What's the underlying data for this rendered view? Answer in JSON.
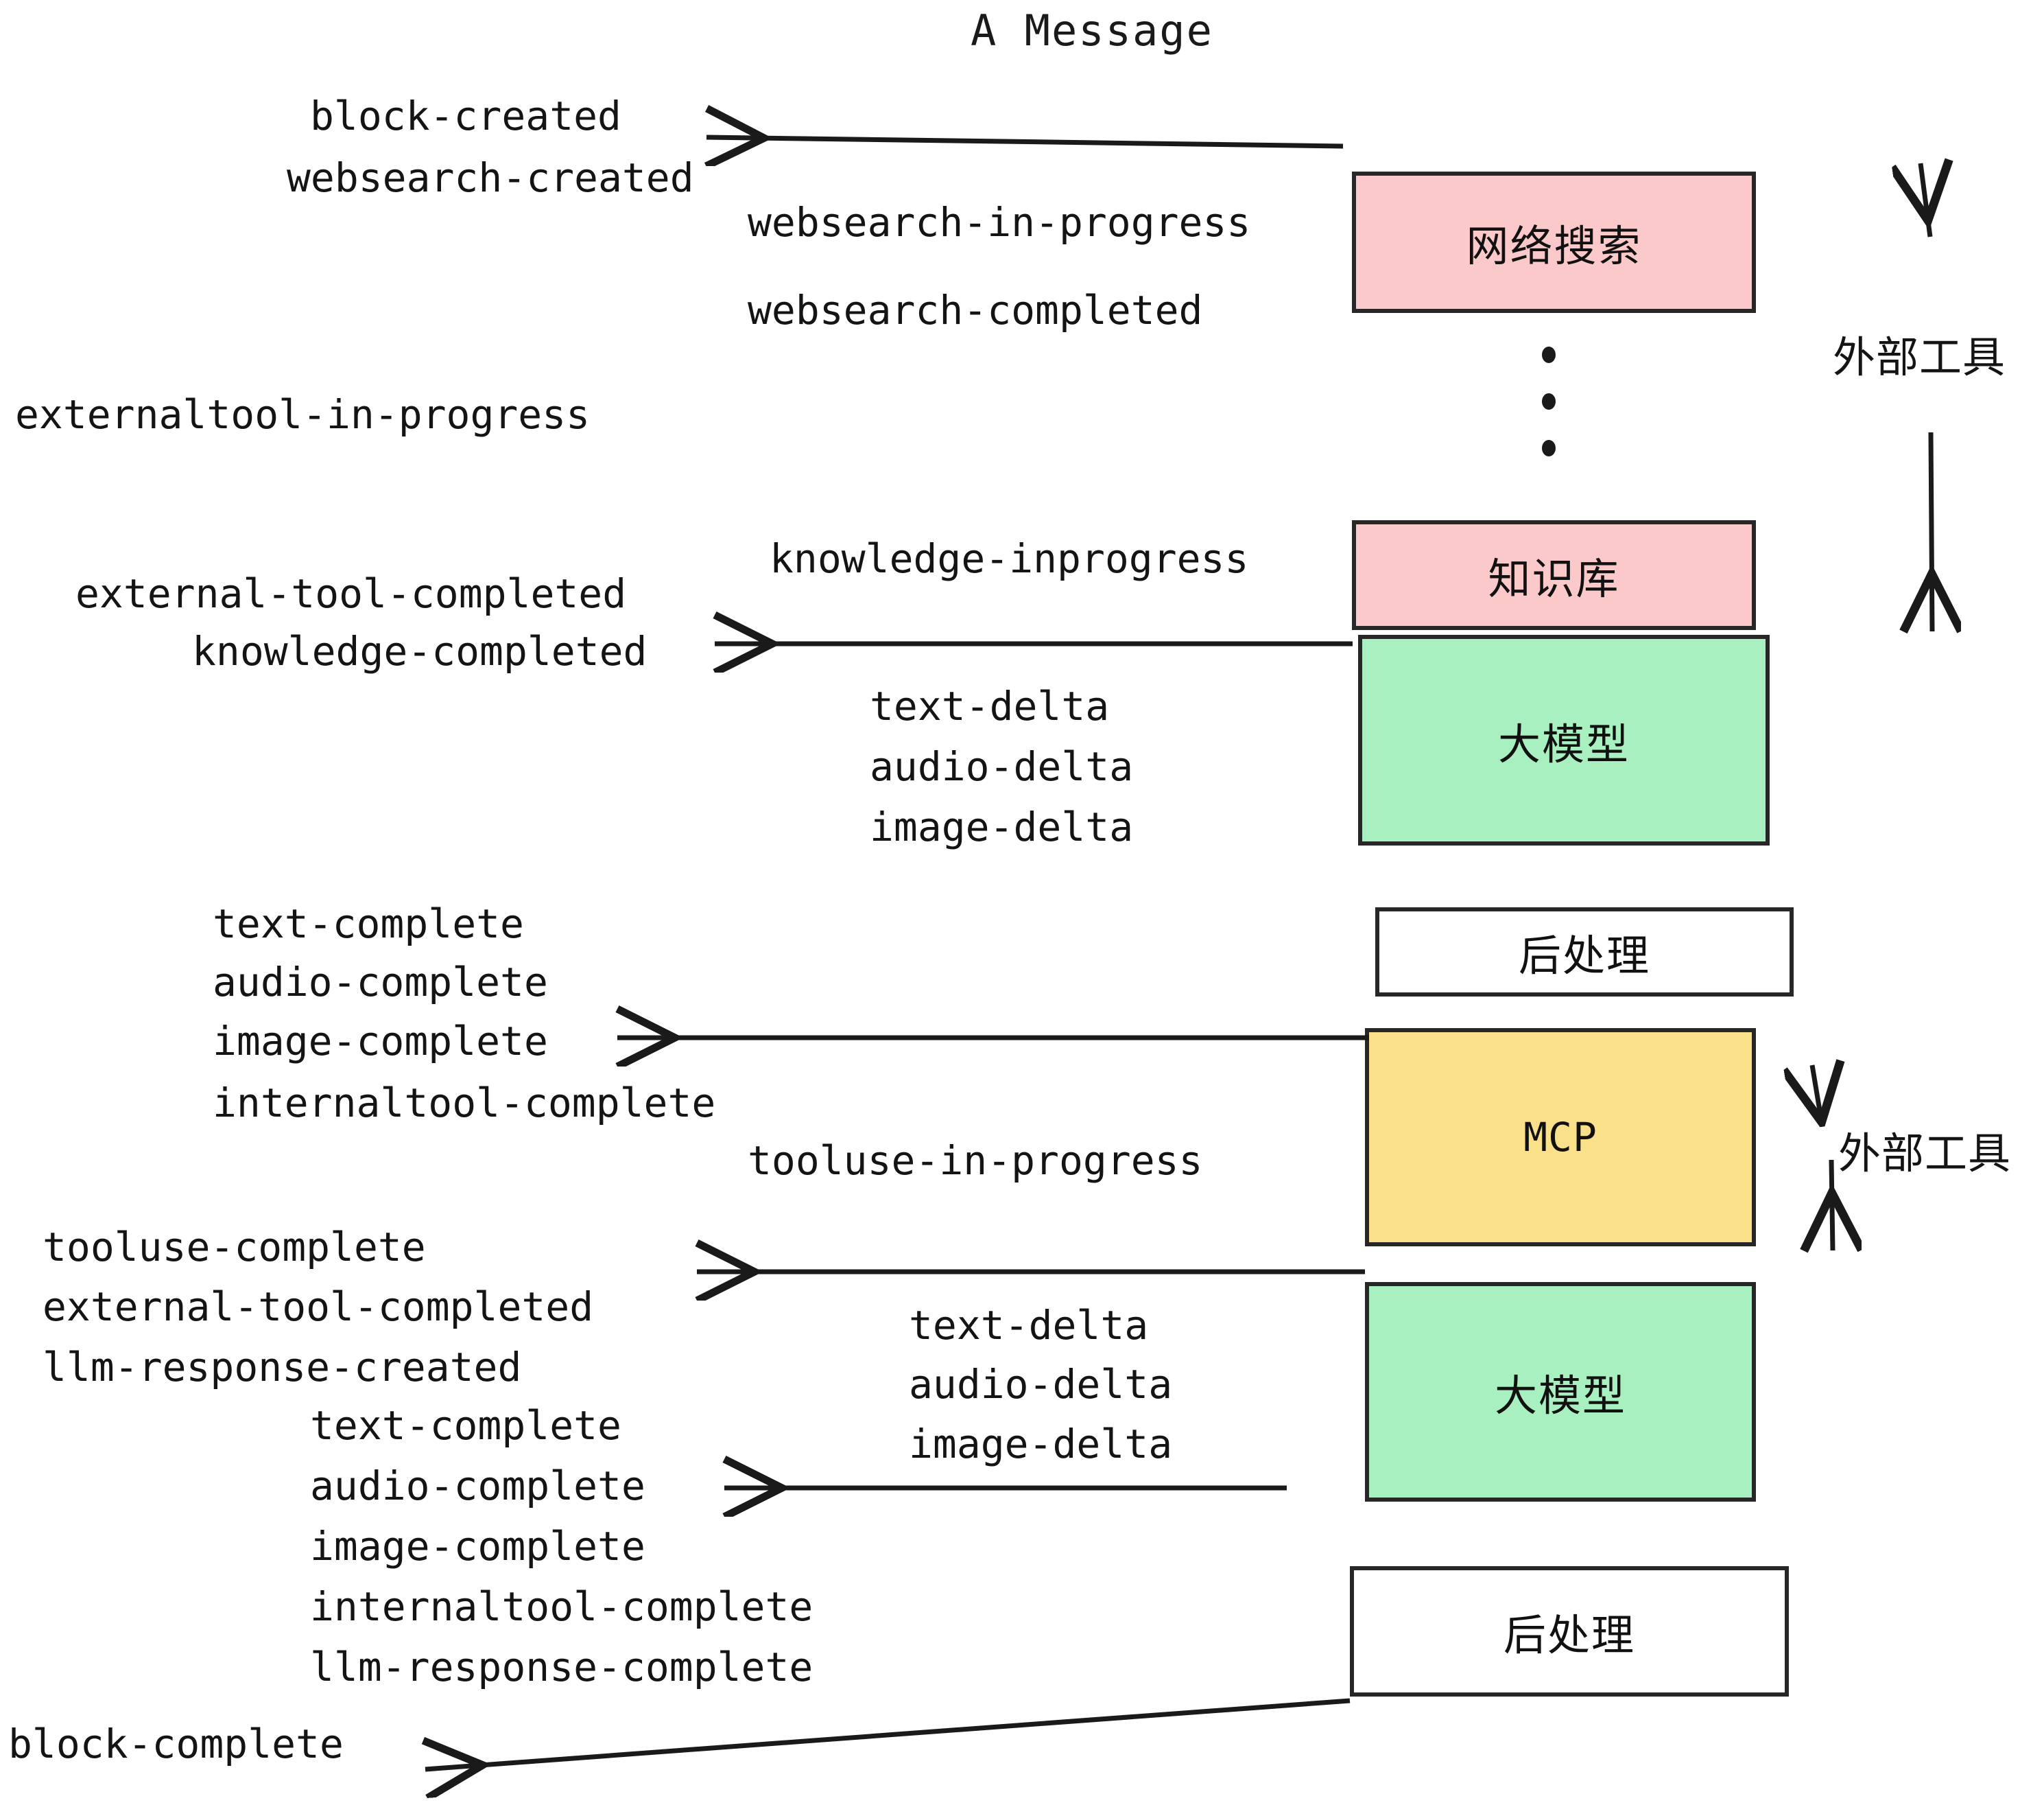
{
  "title": "A Message",
  "boxes": [
    {
      "id": "websearch",
      "label": "网络搜索",
      "color": "#fbc9c9",
      "kind": "cjk"
    },
    {
      "id": "knowledge",
      "label": "知识库",
      "color": "#fbc9c9",
      "kind": "cjk"
    },
    {
      "id": "llm-1",
      "label": "大模型",
      "color": "#a8f0bf",
      "kind": "cjk"
    },
    {
      "id": "postprocess-1",
      "label": "后处理",
      "color": "#ffffff",
      "kind": "cjk"
    },
    {
      "id": "mcp",
      "label": "MCP",
      "color": "#fbe08a",
      "kind": "latin"
    },
    {
      "id": "llm-2",
      "label": "大模型",
      "color": "#a8f0bf",
      "kind": "cjk"
    },
    {
      "id": "postprocess-2",
      "label": "后处理",
      "color": "#ffffff",
      "kind": "cjk"
    }
  ],
  "side_labels": [
    {
      "id": "external-tool-top",
      "label": "外部工具"
    },
    {
      "id": "external-tool-bottom",
      "label": "外部工具"
    }
  ],
  "events": [
    {
      "id": "block-created",
      "label": "block-created"
    },
    {
      "id": "websearch-created",
      "label": "websearch-created"
    },
    {
      "id": "websearch-in-progress",
      "label": "websearch-in-progress"
    },
    {
      "id": "websearch-completed",
      "label": "websearch-completed"
    },
    {
      "id": "externaltool-in-progress",
      "label": "externaltool-in-progress"
    },
    {
      "id": "knowledge-inprogress",
      "label": "knowledge-inprogress"
    },
    {
      "id": "external-tool-completed-1",
      "label": "external-tool-completed"
    },
    {
      "id": "knowledge-completed",
      "label": "knowledge-completed"
    },
    {
      "id": "text-delta-1",
      "label": "text-delta"
    },
    {
      "id": "audio-delta-1",
      "label": "audio-delta"
    },
    {
      "id": "image-delta-1",
      "label": "image-delta"
    },
    {
      "id": "text-complete-1",
      "label": "text-complete"
    },
    {
      "id": "audio-complete-1",
      "label": "audio-complete"
    },
    {
      "id": "image-complete-1",
      "label": "image-complete"
    },
    {
      "id": "internaltool-complete-1",
      "label": "internaltool-complete"
    },
    {
      "id": "tooluse-in-progress",
      "label": "tooluse-in-progress"
    },
    {
      "id": "tooluse-complete",
      "label": "tooluse-complete"
    },
    {
      "id": "external-tool-completed-2",
      "label": "external-tool-completed"
    },
    {
      "id": "llm-response-created",
      "label": "llm-response-created"
    },
    {
      "id": "text-delta-2",
      "label": "text-delta"
    },
    {
      "id": "audio-delta-2",
      "label": "audio-delta"
    },
    {
      "id": "image-delta-2",
      "label": "image-delta"
    },
    {
      "id": "text-complete-2",
      "label": "text-complete"
    },
    {
      "id": "audio-complete-2",
      "label": "audio-complete"
    },
    {
      "id": "image-complete-2",
      "label": "image-complete"
    },
    {
      "id": "internaltool-complete-2",
      "label": "internaltool-complete"
    },
    {
      "id": "llm-response-complete",
      "label": "llm-response-complete"
    },
    {
      "id": "block-complete",
      "label": "block-complete"
    }
  ],
  "colors": {
    "pink": "#fbc9c9",
    "green": "#a8f0bf",
    "yellow": "#fbe08a",
    "white": "#ffffff",
    "stroke": "#272727",
    "text": "#141414"
  }
}
